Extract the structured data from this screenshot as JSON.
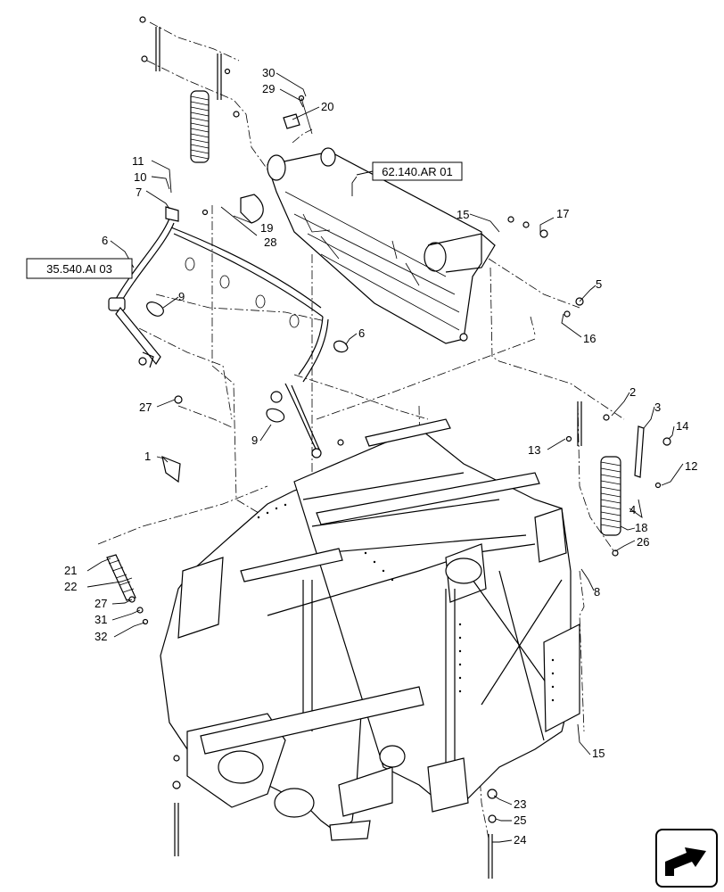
{
  "refs": {
    "r1": "62.140.AR 01",
    "r2": "35.540.AI 03"
  },
  "callouts": [
    "1",
    "2",
    "3",
    "4",
    "5",
    "6",
    "6",
    "7",
    "8",
    "9",
    "9",
    "10",
    "11",
    "12",
    "13",
    "14",
    "15",
    "15",
    "16",
    "17",
    "18",
    "19",
    "20",
    "21",
    "22",
    "23",
    "24",
    "25",
    "26",
    "27",
    "27",
    "28",
    "29",
    "30",
    "31",
    "32"
  ],
  "nav": {
    "icon": "next-page-arrow-icon"
  }
}
